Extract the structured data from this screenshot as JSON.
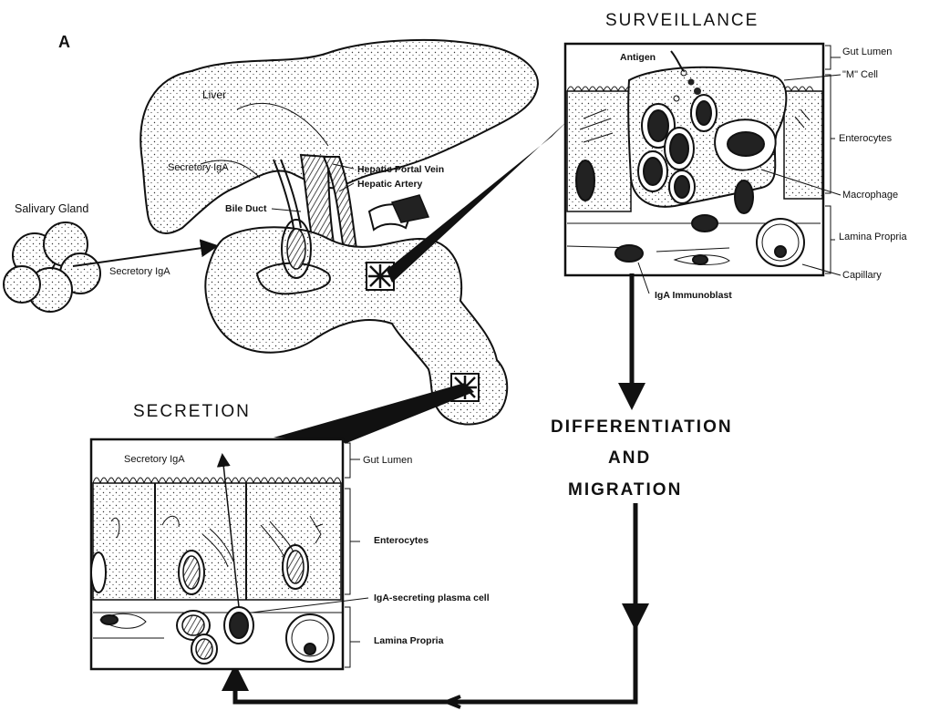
{
  "panel_letter": "A",
  "organ_labels": {
    "liver": "Liver",
    "secretory_iga_top": "Secretory IgA",
    "hepatic_portal_vein": "Hepatic Portal Vein",
    "hepatic_artery": "Hepatic Artery",
    "bile_duct": "Bile Duct",
    "salivary_gland": "Salivary Gland",
    "secretory_iga_gland": "Secretory IgA"
  },
  "surveillance": {
    "title": "SURVEILLANCE",
    "antigen": "Antigen",
    "iga_immunoblast": "IgA Immunoblast",
    "side_labels": [
      "Gut Lumen",
      "\"M\" Cell",
      "Enterocytes",
      "Macrophage",
      "Lamina Propria",
      "Capillary"
    ]
  },
  "middle": {
    "line1": "DIFFERENTIATION",
    "line2": "AND",
    "line3": "MIGRATION"
  },
  "secretion": {
    "title": "SECRETION",
    "secretory_iga": "Secretory IgA",
    "side_labels": [
      "Gut Lumen",
      "Enterocytes",
      "IgA-secreting plasma cell",
      "Lamina Propria"
    ]
  }
}
